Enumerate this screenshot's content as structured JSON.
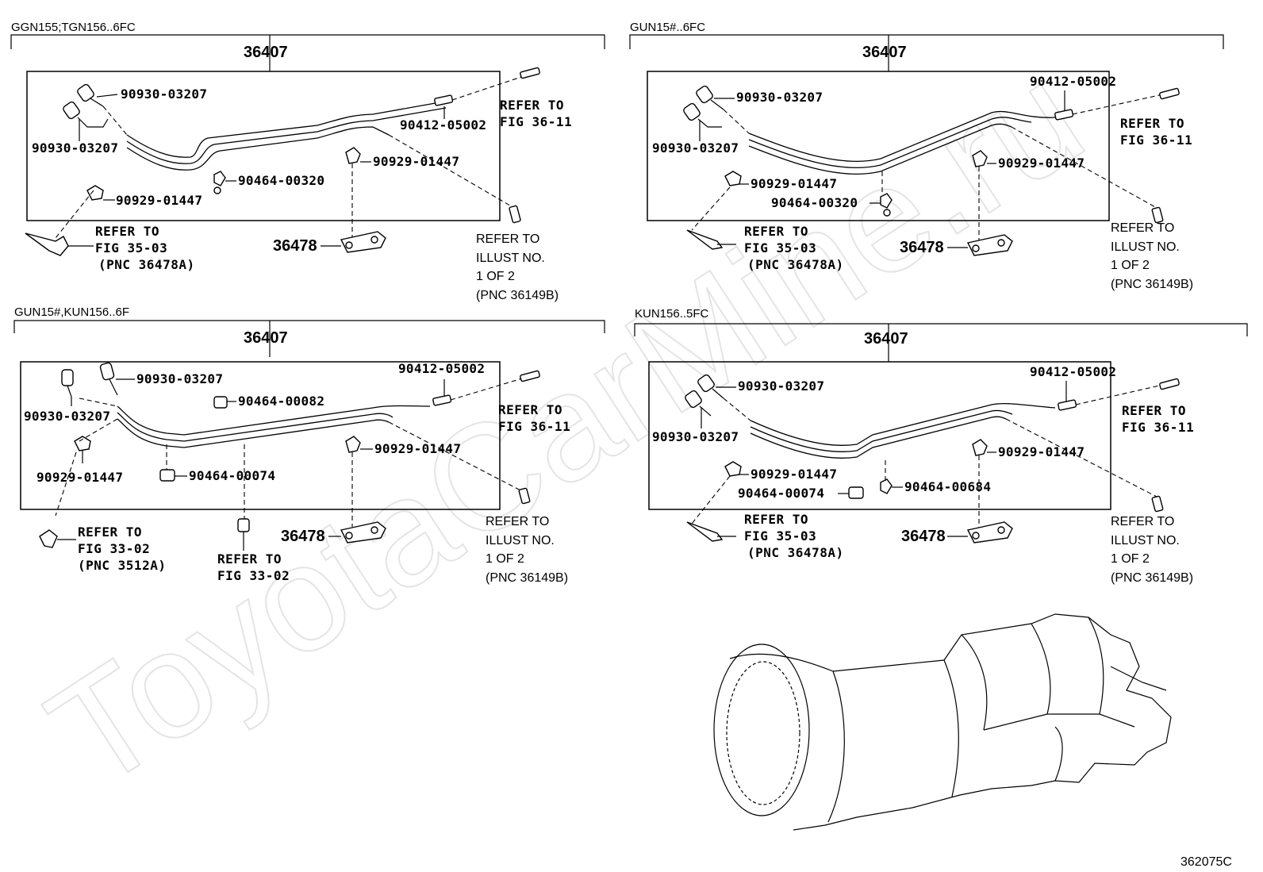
{
  "watermark": "ToyotaCarMine.ru",
  "illustration_code": "362075C",
  "panels": [
    {
      "variant": "GGN155;TGN156..6FC",
      "assembly": "36407",
      "labels": {
        "connector_top": "90930-03207",
        "connector_left": "90930-03207",
        "union": "90412-05002",
        "clamp_right": "90929-01447",
        "clamp_mid": "90464-00320",
        "clamp_left": "90929-01447",
        "bracket": "36478",
        "ref_right_1": "REFER TO",
        "ref_right_2": "FIG 36-11",
        "ref_left_1": "REFER TO",
        "ref_left_2": "FIG 35-03",
        "ref_left_3": "(PNC 36478A)",
        "illus_1": "REFER TO",
        "illus_2": "ILLUST NO.",
        "illus_3": "1 OF 2",
        "illus_4": "(PNC 36149B)"
      }
    },
    {
      "variant": "GUN15#..6FC",
      "assembly": "36407",
      "labels": {
        "connector_top": "90930-03207",
        "connector_left": "90930-03207",
        "union": "90412-05002",
        "clamp_right": "90929-01447",
        "clamp_left": "90929-01447",
        "clamp_mid": "90464-00320",
        "bracket": "36478",
        "ref_right_1": "REFER TO",
        "ref_right_2": "FIG 36-11",
        "ref_left_1": "REFER TO",
        "ref_left_2": "FIG 35-03",
        "ref_left_3": "(PNC 36478A)",
        "illus_1": "REFER TO",
        "illus_2": "ILLUST NO.",
        "illus_3": "1 OF 2",
        "illus_4": "(PNC 36149B)"
      }
    },
    {
      "variant": "GUN15#,KUN156..6F",
      "assembly": "36407",
      "labels": {
        "connector_top": "90930-03207",
        "connector_left": "90930-03207",
        "clamp_a": "90464-00082",
        "union": "90412-05002",
        "clamp_right": "90929-01447",
        "clamp_left": "90929-01447",
        "clamp_b": "90464-00074",
        "bracket": "36478",
        "ref_right_1": "REFER TO",
        "ref_right_2": "FIG 36-11",
        "ref_left_1": "REFER TO",
        "ref_left_2": "FIG 33-02",
        "ref_left_3": "(PNC 3512A)",
        "ref_mid_1": "REFER TO",
        "ref_mid_2": "FIG 33-02",
        "illus_1": "REFER TO",
        "illus_2": "ILLUST NO.",
        "illus_3": "1 OF 2",
        "illus_4": "(PNC 36149B)"
      }
    },
    {
      "variant": "KUN156..5FC",
      "assembly": "36407",
      "labels": {
        "connector_top": "90930-03207",
        "connector_left": "90930-03207",
        "union": "90412-05002",
        "clamp_right": "90929-01447",
        "clamp_left": "90929-01447",
        "clamp_b": "90464-00074",
        "clamp_c": "90464-00684",
        "bracket": "36478",
        "ref_right_1": "REFER TO",
        "ref_right_2": "FIG 36-11",
        "ref_left_1": "REFER TO",
        "ref_left_2": "FIG 35-03",
        "ref_left_3": "(PNC 36478A)",
        "illus_1": "REFER TO",
        "illus_2": "ILLUST NO.",
        "illus_3": "1 OF 2",
        "illus_4": "(PNC 36149B)"
      }
    }
  ]
}
